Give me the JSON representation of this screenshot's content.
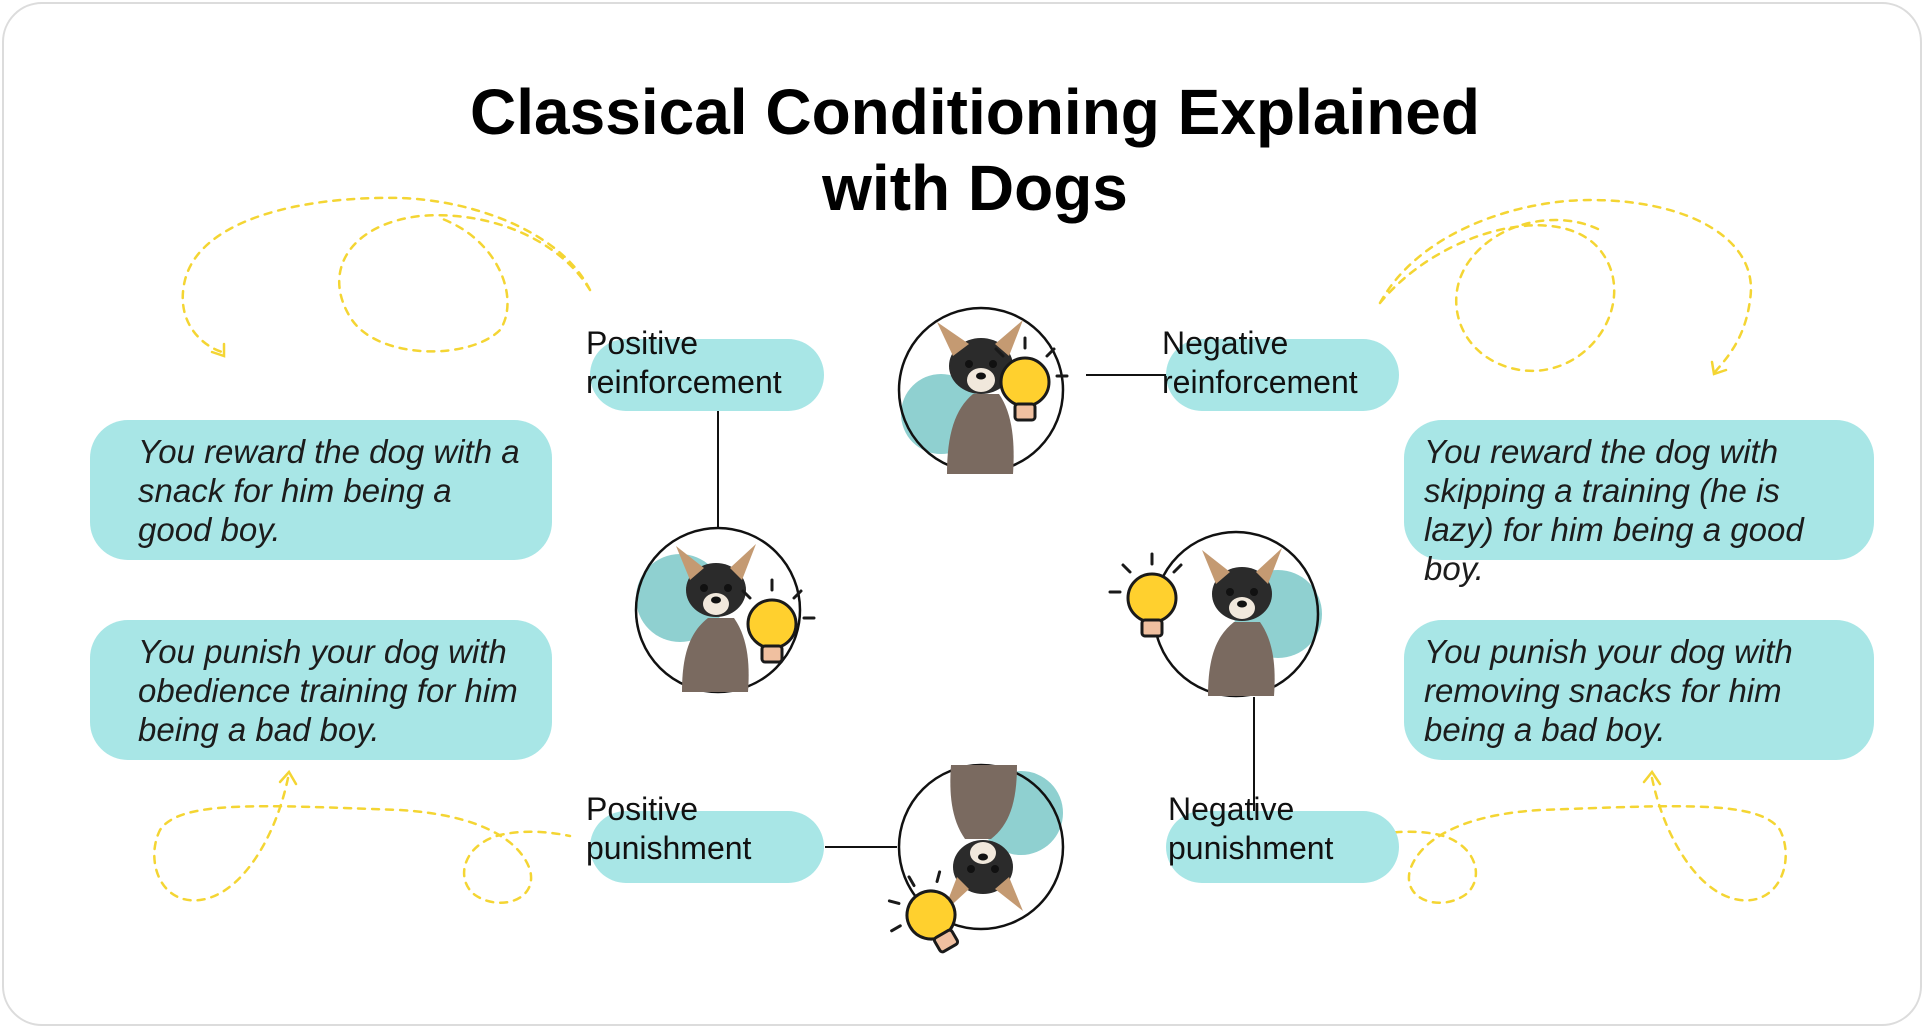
{
  "title": {
    "line1": "Classical Conditioning Explained",
    "line2": "with Dogs"
  },
  "colors": {
    "bubble": "#a8e6e6",
    "pill": "#a8e6e6",
    "accent_circle": "#8fd0d0",
    "bulb": "#ffd02e",
    "swirl": "#f4d533",
    "line": "#111111",
    "frame_border": "#dcdcdc"
  },
  "concepts": {
    "positive_reinforcement": {
      "line1": "Positive",
      "line2": "reinforcement",
      "example": "You reward the dog with a snack for him being a good boy."
    },
    "negative_reinforcement": {
      "line1": "Negative",
      "line2": "reinforcement",
      "example": "You reward the dog with skipping a training (he is lazy) for him being a good boy."
    },
    "positive_punishment": {
      "line1": "Positive",
      "line2": "punishment",
      "example": "You punish your dog with obedience training for him being a bad boy."
    },
    "negative_punishment": {
      "line1": "Negative",
      "line2": "punishment",
      "example": "You punish your dog with removing snacks for him being a bad boy."
    }
  },
  "icons": {
    "dog": "dog-icon",
    "bulb": "lightbulb-icon",
    "swirl": "dashed-swirl-arrow"
  }
}
